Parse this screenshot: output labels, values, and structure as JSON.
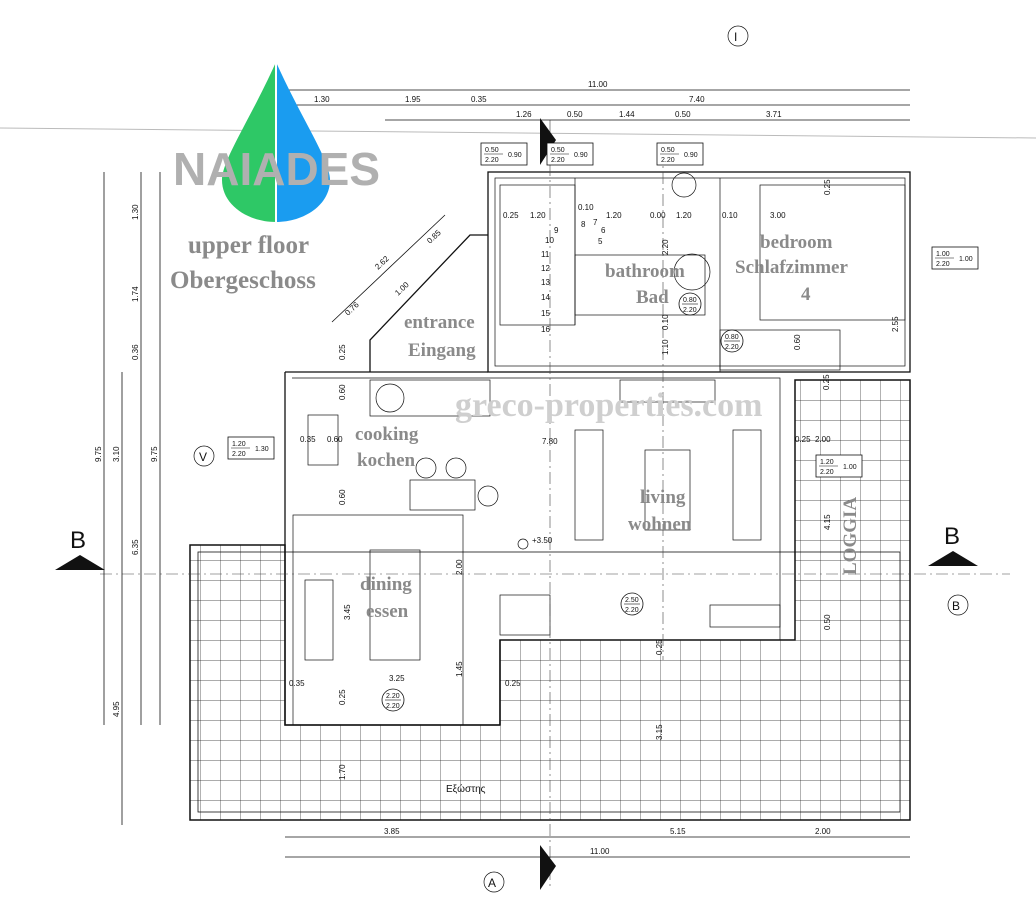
{
  "logo": {
    "name": "NAIADES",
    "colors": {
      "left": "#2ec866",
      "right": "#1a9cf0"
    }
  },
  "subtitle": {
    "line1": "upper floor",
    "line2": "Obergeschoss"
  },
  "watermark": "greco-properties.com",
  "rooms": {
    "bedroom": [
      "bedroom",
      "Schlafzimmer",
      "4"
    ],
    "bathroom": [
      "bathroom",
      "Bad"
    ],
    "entrance": [
      "entrance",
      "Eingang"
    ],
    "cooking": [
      "cooking",
      "kochen"
    ],
    "living": [
      "living",
      "wohnen"
    ],
    "dining": [
      "dining",
      "essen"
    ],
    "loggia": "LOGGIA",
    "balcony": "Εξώστης"
  },
  "level": "+3.50",
  "markers": {
    "section_left": "B",
    "section_right": "B",
    "view_bottom": "A",
    "view_right": "B",
    "view_top": "Ι",
    "view_left": "V"
  },
  "dims_top": [
    "11.00",
    "1.30",
    "1.95",
    "0.35",
    "7.40",
    "1.26",
    "0.50",
    "1.44",
    "0.50",
    "3.71"
  ],
  "dims_bottom": [
    "3.85",
    "5.15",
    "2.00",
    "11.00"
  ],
  "dims_left": [
    "9.75",
    "3.10",
    "6.35",
    "9.75",
    "4.95",
    "1.30",
    "1.74",
    "0.36"
  ],
  "dims_inner": [
    "0.25",
    "1.20",
    "0.10",
    "1.20",
    "0.00",
    "1.20",
    "0.10",
    "3.00",
    "0.25",
    "2.20",
    "0.10",
    "1.10",
    "2.62",
    "1.00",
    "0.85",
    "0.76",
    "0.25",
    "0.60",
    "0.35",
    "0.60",
    "0.60",
    "7.80",
    "0.25",
    "2.00",
    "0.25",
    "4.15",
    "0.50",
    "2.00",
    "3.45",
    "1.45",
    "3.25",
    "0.35",
    "0.25",
    "0.25",
    "1.70",
    "3.15",
    "0.25",
    "0.60",
    "2.55"
  ],
  "stairs": [
    "5",
    "6",
    "7",
    "8",
    "9",
    "10",
    "11",
    "12",
    "13",
    "14",
    "15",
    "16"
  ],
  "tags": [
    {
      "top": "0.50",
      "bottom": "2.20",
      "side": "0.90"
    },
    {
      "top": "0.50",
      "bottom": "2.20",
      "side": "0.90"
    },
    {
      "top": "0.50",
      "bottom": "2.20",
      "side": "0.90"
    },
    {
      "top": "1.00",
      "bottom": "2.20",
      "side": "1.00"
    },
    {
      "top": "1.20",
      "bottom": "2.20",
      "side": "1.30"
    },
    {
      "top": "1.20",
      "bottom": "2.20",
      "side": "1.00"
    }
  ],
  "doors": [
    {
      "top": "0.80",
      "bottom": "2.20"
    },
    {
      "top": "0.80",
      "bottom": "2.20"
    },
    {
      "top": "2.50",
      "bottom": "2.20"
    },
    {
      "top": "2.20",
      "bottom": "2.20"
    }
  ]
}
